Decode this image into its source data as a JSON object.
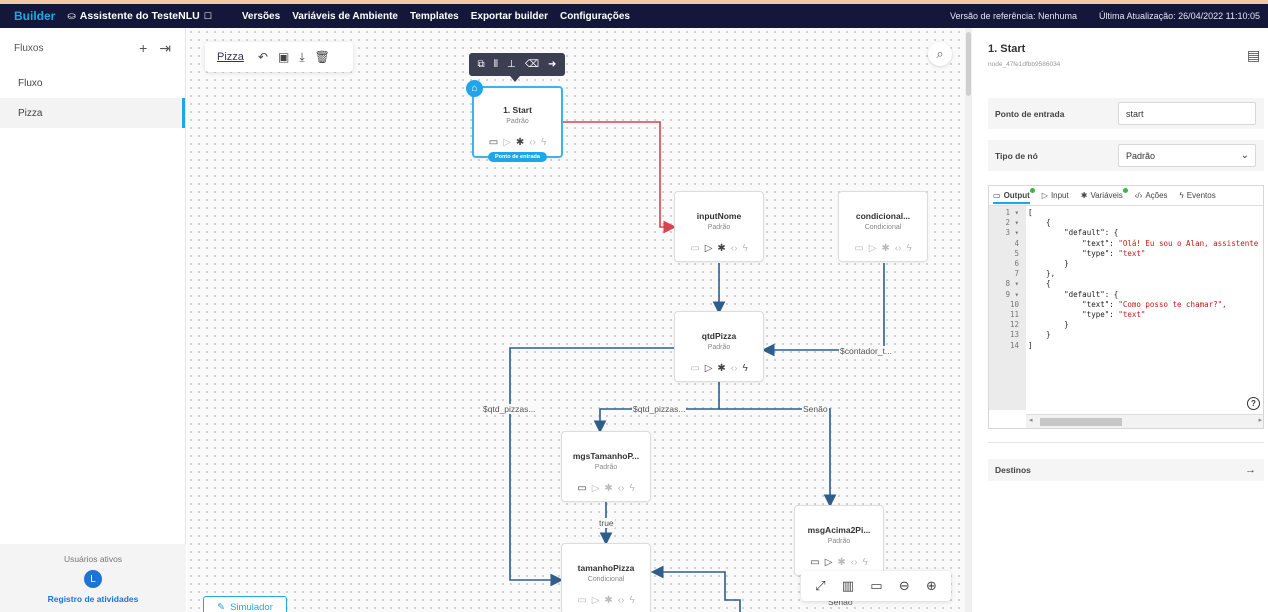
{
  "topbar": {
    "brand": "Builder",
    "project": "Assistente do TesteNLU",
    "menu": [
      "Versões",
      "Variáveis de Ambiente",
      "Templates",
      "Exportar builder",
      "Configurações"
    ],
    "ref_version": "Versão de referência: Nenhuma",
    "last_update": "Última Atualização: 26/04/2022 11:10:05"
  },
  "sidebar": {
    "title": "Fluxos",
    "items": [
      "Fluxo",
      "Pizza"
    ],
    "active_item": "Pizza",
    "users_label": "Usuários ativos",
    "avatar_letter": "L",
    "activity_link": "Registro de atividades"
  },
  "canvas": {
    "flow_name": "Pizza",
    "simulator_label": "Simulador",
    "nodes": [
      {
        "title": "1. Start",
        "type": "Padrão",
        "entry_badge": "Ponto de entrada"
      },
      {
        "title": "inputNome",
        "type": "Padrão"
      },
      {
        "title": "condicional...",
        "type": "Condicional"
      },
      {
        "title": "qtdPizza",
        "type": "Padrão"
      },
      {
        "title": "mgsTamanhoP...",
        "type": "Padrão"
      },
      {
        "title": "msgAcima2Pi...",
        "type": "Padrão"
      },
      {
        "title": "tamanhoPizza",
        "type": "Condicional"
      }
    ],
    "edge_labels": [
      "$contador_t...",
      "$qtd_pizzas...",
      "$qtd_pizzas...",
      "Senão",
      "true",
      "Senão"
    ]
  },
  "panel": {
    "title": "1. Start",
    "node_id": "node_47fe1dfbb9586034",
    "entry_label": "Ponto de entrada",
    "entry_value": "start",
    "type_label": "Tipo de nó",
    "type_value": "Padrão",
    "tabs": [
      "Output",
      "Input",
      "Variáveis",
      "Ações",
      "Eventos"
    ],
    "code_lines": [
      "[",
      "    {",
      "        \"default\": {",
      "            \"text\": \"Olá! Eu sou o Alan, assistente",
      "            \"type\": \"text\"",
      "        }",
      "    },",
      "    {",
      "        \"default\": {",
      "            \"text\": \"Como posso te chamar?\",",
      "            \"type\": \"text\"",
      "        }",
      "    }",
      "]"
    ],
    "line_numbers": [
      "1",
      "2",
      "3",
      "4",
      "5",
      "6",
      "7",
      "8",
      "9",
      "10",
      "11",
      "12",
      "13",
      "14"
    ],
    "destinos_label": "Destinos"
  },
  "colors": {
    "topbar_bg": "#13173a",
    "accent": "#1ea7e8",
    "edge_blue": "#2f5d8c",
    "edge_red": "#d8434f"
  }
}
